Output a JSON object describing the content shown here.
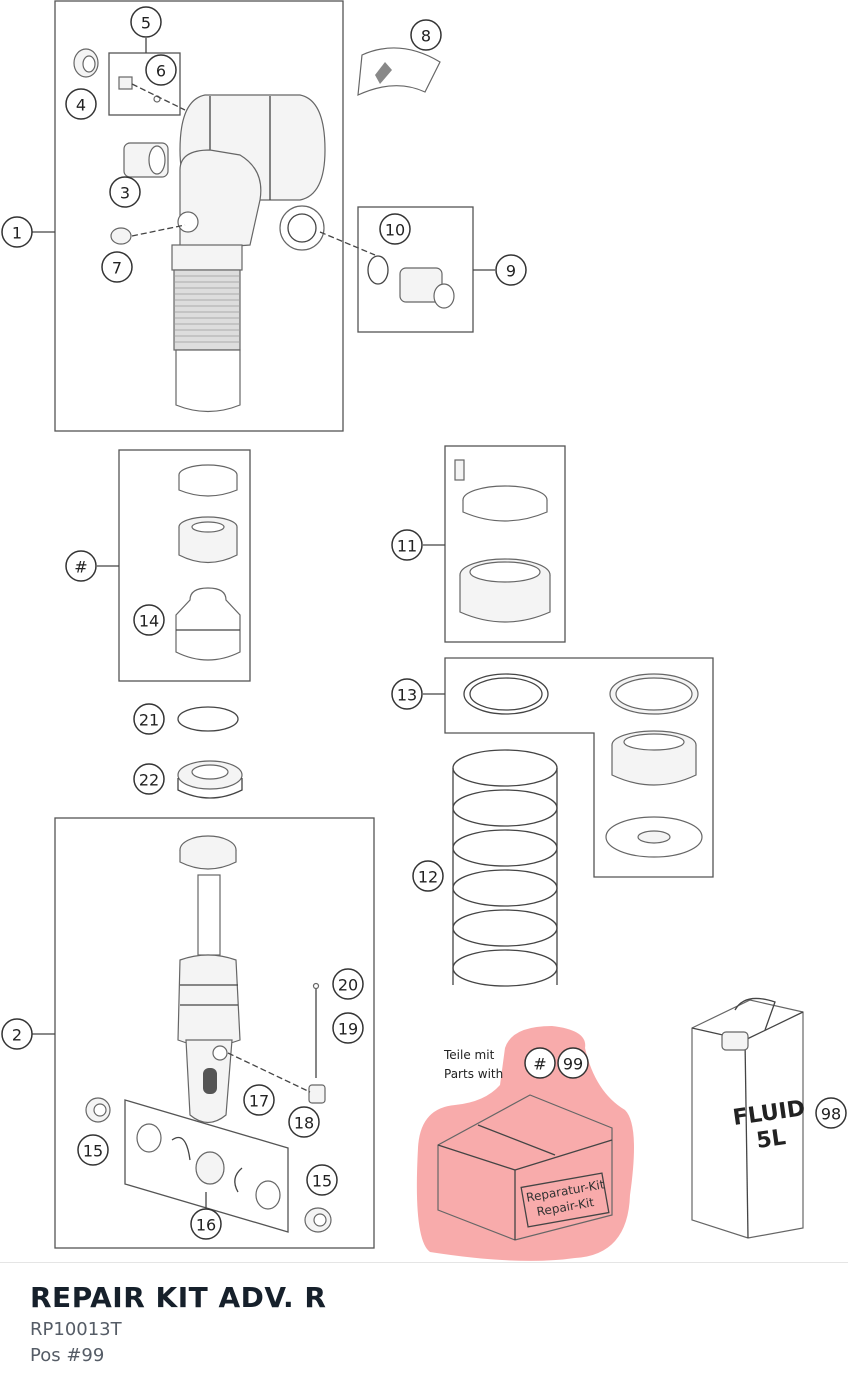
{
  "product": {
    "title": "REPAIR KIT ADV. R",
    "part_number": "RP10013T",
    "position": "Pos #99"
  },
  "diagram": {
    "callouts": [
      {
        "id": "c1",
        "label": "1"
      },
      {
        "id": "c2",
        "label": "2"
      },
      {
        "id": "c3",
        "label": "3"
      },
      {
        "id": "c4",
        "label": "4"
      },
      {
        "id": "c5",
        "label": "5"
      },
      {
        "id": "c6",
        "label": "6"
      },
      {
        "id": "c7",
        "label": "7"
      },
      {
        "id": "c8",
        "label": "8"
      },
      {
        "id": "c9",
        "label": "9"
      },
      {
        "id": "c10",
        "label": "10"
      },
      {
        "id": "c11",
        "label": "11"
      },
      {
        "id": "c12",
        "label": "12"
      },
      {
        "id": "c13",
        "label": "13"
      },
      {
        "id": "c14",
        "label": "14"
      },
      {
        "id": "c15a",
        "label": "15"
      },
      {
        "id": "c15b",
        "label": "15"
      },
      {
        "id": "c16",
        "label": "16"
      },
      {
        "id": "c17",
        "label": "17"
      },
      {
        "id": "c18",
        "label": "18"
      },
      {
        "id": "c19",
        "label": "19"
      },
      {
        "id": "c20",
        "label": "20"
      },
      {
        "id": "c21",
        "label": "21"
      },
      {
        "id": "c22",
        "label": "22"
      },
      {
        "id": "chash",
        "label": "#"
      },
      {
        "id": "ckhash",
        "label": "#"
      },
      {
        "id": "c99",
        "label": "99"
      },
      {
        "id": "c98",
        "label": "98"
      }
    ],
    "kit_note_de": "Teile mit",
    "kit_note_en": "Parts with",
    "kit_box_label_1": "Reparatur-Kit",
    "kit_box_label_2": "Repair-Kit",
    "fluid_label_1": "FLUID",
    "fluid_label_2": "5L",
    "highlight_color": "#f58a8a"
  }
}
